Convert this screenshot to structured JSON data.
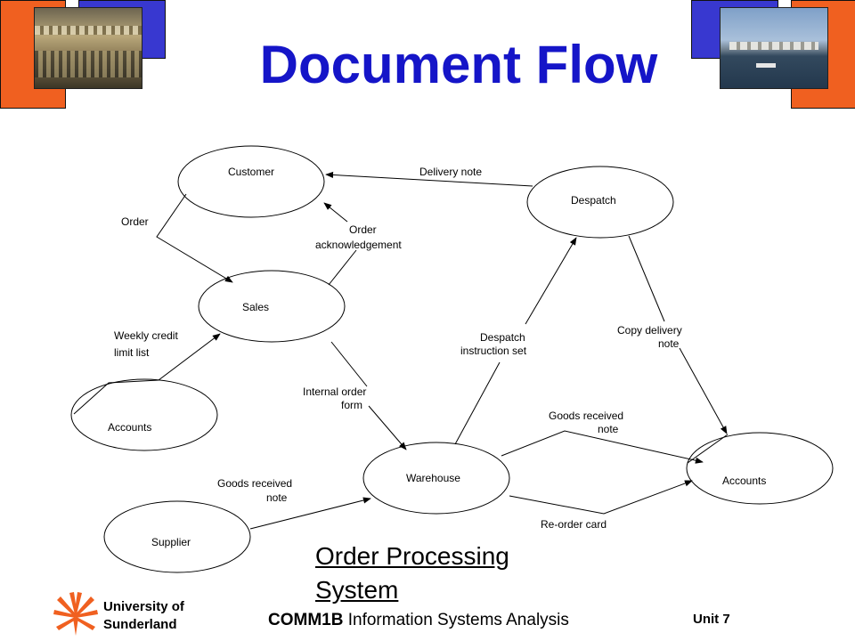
{
  "slide": {
    "title": "Document Flow",
    "caption_line1": "Order Processing",
    "caption_line2": "System",
    "university_line1": "University of",
    "university_line2": "Sunderland",
    "course_code": "COMM1B",
    "course_name": " Information Systems Analysis",
    "unit": "Unit 7"
  },
  "diagram": {
    "nodes": {
      "customer": "Customer",
      "sales": "Sales",
      "accounts_left": "Accounts",
      "supplier": "Supplier",
      "warehouse": "Warehouse",
      "despatch": "Despatch",
      "accounts_right": "Accounts"
    },
    "flows": {
      "order": "Order",
      "order_ack_1": "Order",
      "order_ack_2": "acknowledgement",
      "delivery_note": "Delivery note",
      "weekly_credit_1": "Weekly credit",
      "weekly_credit_2": "limit list",
      "internal_order_1": "Internal order",
      "internal_order_2": "form",
      "despatch_instr_1": "Despatch",
      "despatch_instr_2": "instruction set",
      "copy_delivery_1": "Copy delivery",
      "copy_delivery_2": "note",
      "grn_top_1": "Goods received",
      "grn_top_2": "note",
      "grn_supplier_1": "Goods received",
      "grn_supplier_2": "note",
      "reorder_card": "Re-order card"
    }
  },
  "colors": {
    "title": "#1515c8",
    "accent_orange": "#f06020",
    "accent_blue": "#3838d0"
  }
}
